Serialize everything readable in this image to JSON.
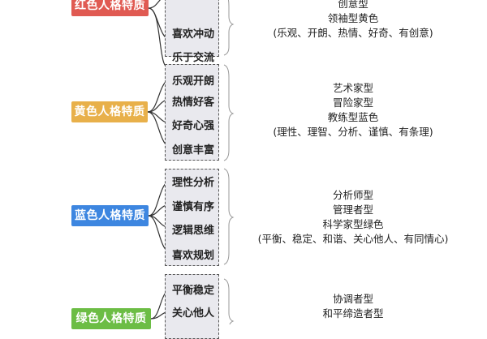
{
  "sections": [
    {
      "label": "红色人格特质",
      "color": "#e05a52",
      "traits": [
        "",
        "喜欢冲动",
        "乐于交流"
      ],
      "description": [
        "创意型",
        "领袖型黄色",
        "(乐观、开朗、热情、好奇、有创意)"
      ]
    },
    {
      "label": "黄色人格特质",
      "color": "#e8b04a",
      "traits": [
        "乐观开朗",
        "热情好客",
        "好奇心强",
        "创意丰富"
      ],
      "description": [
        "艺术家型",
        "冒险家型",
        "教练型蓝色",
        "(理性、理智、分析、谨慎、有条理)"
      ]
    },
    {
      "label": "蓝色人格特质",
      "color": "#3d86e0",
      "traits": [
        "理性分析",
        "谨慎有序",
        "逻辑思维",
        "喜欢规划"
      ],
      "description": [
        "分析师型",
        "管理者型",
        "科学家型绿色",
        "(平衡、稳定、和谐、关心他人、有同情心)"
      ]
    },
    {
      "label": "绿色人格特质",
      "color": "#6cbd45",
      "traits": [
        "平衡稳定",
        "关心他人"
      ],
      "description": [
        "协调者型",
        "和平缔造者型",
        ""
      ]
    }
  ]
}
